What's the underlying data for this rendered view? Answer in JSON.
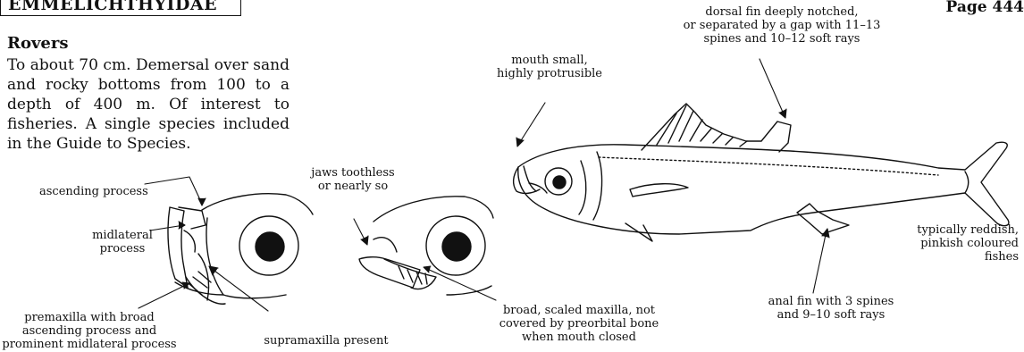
{
  "header": {
    "family": "EMMELICHTHYIDAE",
    "page": "Page 444"
  },
  "intro": {
    "common_name": "Rovers",
    "description": "To about 70 cm. Demersal over sand and rocky bottoms from 100 to a depth of 400 m. Of interest to fisheries. A single species included in the Guide to Species."
  },
  "annotations": {
    "dorsal_fin": [
      "dorsal fin deeply notched,",
      "or separated by a gap with 11–13",
      "spines and 10–12 soft rays"
    ],
    "mouth": [
      "mouth small,",
      "highly protrusible"
    ],
    "jaws": [
      "jaws toothless",
      "or nearly so"
    ],
    "ascending_process": "ascending process",
    "midlateral_process": [
      "midlateral",
      "process"
    ],
    "premaxilla": [
      "premaxilla with broad",
      "ascending process and",
      "prominent midlateral process"
    ],
    "supramaxilla": "supramaxilla present",
    "maxilla": [
      "broad, scaled maxilla, not",
      "covered by preorbital bone",
      "when mouth closed"
    ],
    "anal_fin": [
      "anal fin with 3 spines",
      "and 9–10 soft rays"
    ],
    "colour": [
      "typically reddish,",
      "pinkish coloured",
      "fishes"
    ]
  }
}
